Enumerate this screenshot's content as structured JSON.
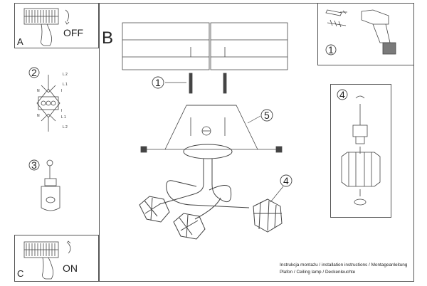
{
  "panels": {
    "a": {
      "letter": "A",
      "label": "OFF"
    },
    "c": {
      "letter": "C",
      "label": "ON"
    },
    "main": {
      "letter": "B"
    }
  },
  "wiring_labels": {
    "n_top": "N",
    "l2_top": "L 2",
    "l1_top": "L 1",
    "i_top": "I",
    "n_bottom": "N",
    "l1_bottom": "L 1",
    "l2_bottom": "L 2",
    "i_bottom": "I"
  },
  "step_numbers": {
    "left_two": "2",
    "left_three": "3",
    "tools": "1",
    "bulb": "4",
    "main_screw": "1",
    "main_canopy": "5",
    "main_shade": "4"
  },
  "footer": {
    "line1": "Instrukcja montażu / installation instructions / Montageanleitung",
    "line2": "Plafon / Ceiling lamp / Deckenleuchte"
  }
}
